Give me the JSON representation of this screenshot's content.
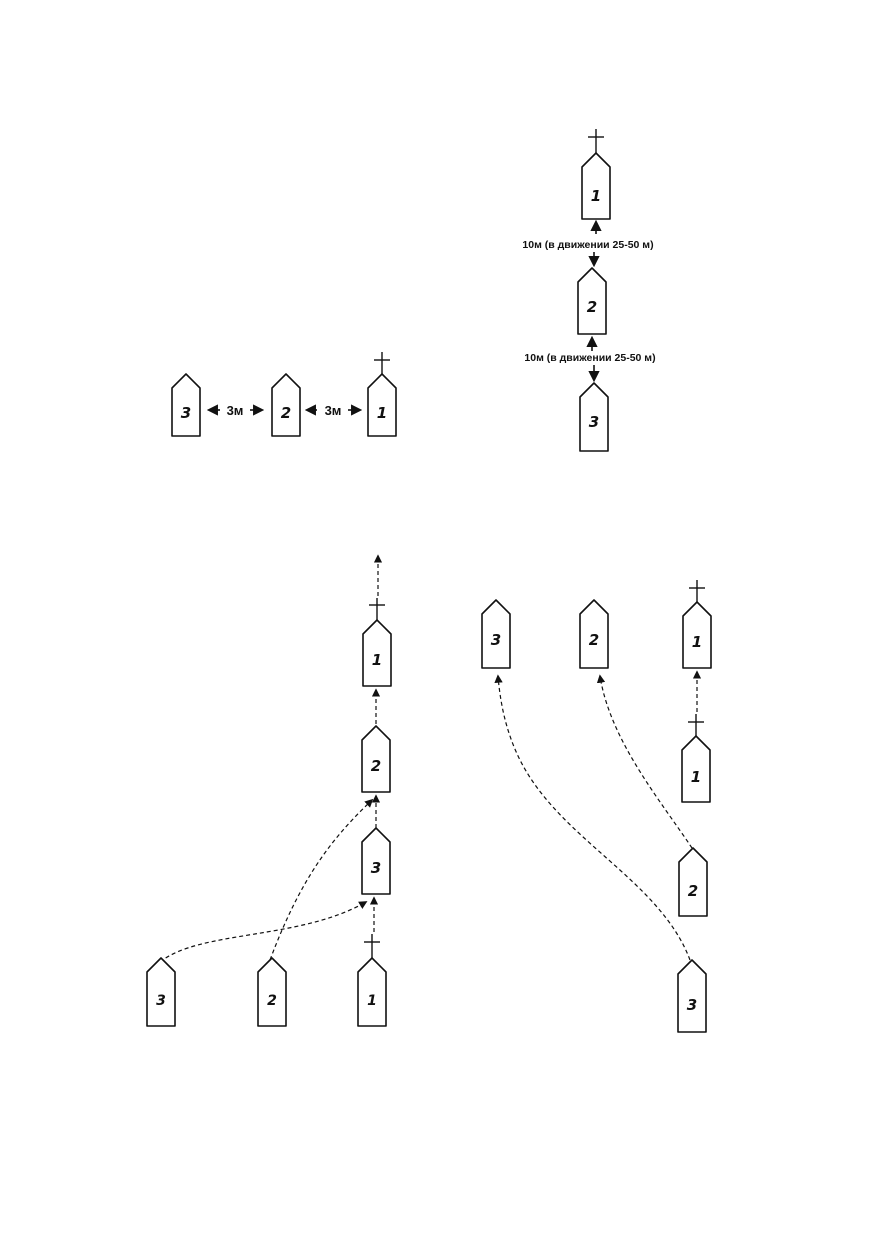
{
  "colors": {
    "ink": "#111111",
    "paper": "#ffffff"
  },
  "panels": {
    "line_abreast": {
      "boats": [
        "3",
        "2",
        "1"
      ],
      "gap_labels": [
        "3м",
        "3м"
      ],
      "leader_mark": "cross"
    },
    "column": {
      "boats": [
        "1",
        "2",
        "3"
      ],
      "gap_labels": [
        "10м (в движении 25-50 м)",
        "10м (в движении 25-50 м)"
      ],
      "leader_mark": "cross"
    },
    "form_column": {
      "start_boats": [
        "3",
        "2",
        "1"
      ],
      "end_boats": [
        "1",
        "2",
        "3"
      ],
      "leader_mark": "cross"
    },
    "form_line": {
      "start_boats": [
        "1",
        "2",
        "3"
      ],
      "end_boats": [
        "3",
        "2",
        "1"
      ],
      "leader_mark": "cross"
    }
  }
}
